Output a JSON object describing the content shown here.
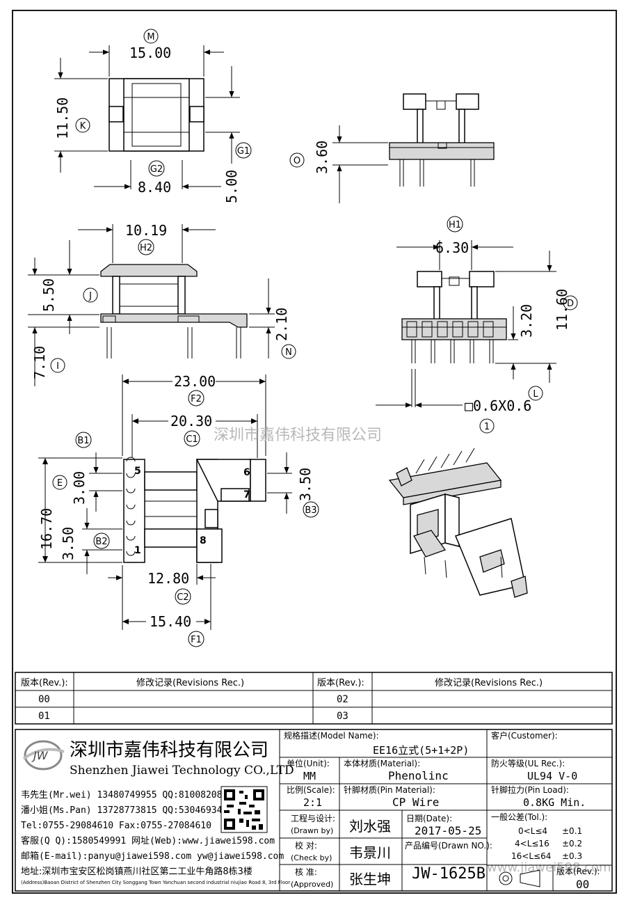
{
  "watermark": "深圳市嘉伟科技有限公司",
  "watermark_url": "www.jiawei598.com",
  "dimensions": [
    {
      "id": "M",
      "value": "15.00"
    },
    {
      "id": "K",
      "value": "11.50"
    },
    {
      "id": "G1",
      "value": "5.00"
    },
    {
      "id": "G2",
      "value": "8.40"
    },
    {
      "id": "O",
      "value": "3.60"
    },
    {
      "id": "H2",
      "value": "10.19"
    },
    {
      "id": "J",
      "value": "5.50"
    },
    {
      "id": "N",
      "value": "2.10"
    },
    {
      "id": "I",
      "value": "7.10"
    },
    {
      "id": "H1",
      "value": "6.30"
    },
    {
      "id": "D",
      "value": "11.60"
    },
    {
      "id": "L",
      "value": "3.20"
    },
    {
      "id": "1",
      "value": "□0.6X0.6"
    },
    {
      "id": "F2",
      "value": "23.00"
    },
    {
      "id": "C1",
      "value": "20.30"
    },
    {
      "id": "E",
      "value": "3.00"
    },
    {
      "id": "A",
      "value": "16.70"
    },
    {
      "id": "B2",
      "value": "3.50"
    },
    {
      "id": "B3",
      "value": "3.50"
    },
    {
      "id": "C2",
      "value": "12.80"
    },
    {
      "id": "F1",
      "value": "15.40"
    }
  ],
  "pins": [
    "5",
    "1",
    "6",
    "7",
    "8"
  ],
  "revision_table": {
    "headers": [
      "版本(Rev.):",
      "修改记录(Revisions Rec.)",
      "版本(Rev.):",
      "修改记录(Revisions Rec.)"
    ],
    "rows": [
      [
        "00",
        "",
        "02",
        ""
      ],
      [
        "01",
        "",
        "03",
        ""
      ]
    ]
  },
  "company": {
    "logo_text": "JW",
    "name_cn": "深圳市嘉伟科技有限公司",
    "name_en": "Shenzhen Jiawei Technology CO.,LTD",
    "contacts": [
      "韦先生(Mr.wei) 13480749955 QQ:810082088",
      "潘小姐(Ms.Pan) 13728773815 QQ:530469346",
      "Tel:0755-29084610        Fax:0755-27084610",
      "客服(Q Q):1580549991    网址(Web):www.jiawei598.com",
      "邮箱(E-mail):panyu@jiawei598.com  yw@jiawei598.com"
    ],
    "address_cn": "地址:深圳市宝安区松岗镇燕川社区第二工业牛角路8栋3楼",
    "address_en": "(Address)Baoan District of Shenzhen City Songgang Town Yanchuan  second industrial niujiao Road 8, 3rd Floor"
  },
  "title_block": {
    "model_label": "规格描述(Model Name):",
    "model_value": "EE16立式(5+1+2P)",
    "customer_label": "客户(Customer):",
    "customer_value": "",
    "unit_label": "单位(Unit):",
    "unit_value": "MM",
    "material_label": "本体材质(Material):",
    "material_value": "Phenolinc",
    "ul_label": "防火等级(UL Rec.):",
    "ul_value": "UL94 V-0",
    "scale_label": "比例(Scale):",
    "scale_value": "2:1",
    "pin_material_label": "针脚材质(Pin Material):",
    "pin_material_value": "CP Wire",
    "pin_load_label": "针脚拉力(Pin Load):",
    "pin_load_value": "0.8KG Min.",
    "drawn_label": "工程与设计:",
    "drawn_label_en": "(Drawn by)",
    "drawn_value": "刘水强",
    "date_label": "日期(Date):",
    "date_value": "2017-05-25",
    "check_label": "校  对:",
    "check_label_en": "(Check by)",
    "check_value": "韦景川",
    "drawn_no_label": "产品编号(Drawn NO.):",
    "drawn_no_value": "JW-1625B",
    "approved_label": "核  准:",
    "approved_label_en": "(Approved)",
    "approved_value": "张生坤",
    "rev_label": "版本(Rev.):",
    "rev_value": "00",
    "tol_label": "一般公差(Tol.):",
    "tolerances": [
      {
        "range": "0<L≤4",
        "value": "±0.1"
      },
      {
        "range": "4<L≤16",
        "value": "±0.2"
      },
      {
        "range": "16<L≤64",
        "value": "±0.3"
      }
    ]
  }
}
